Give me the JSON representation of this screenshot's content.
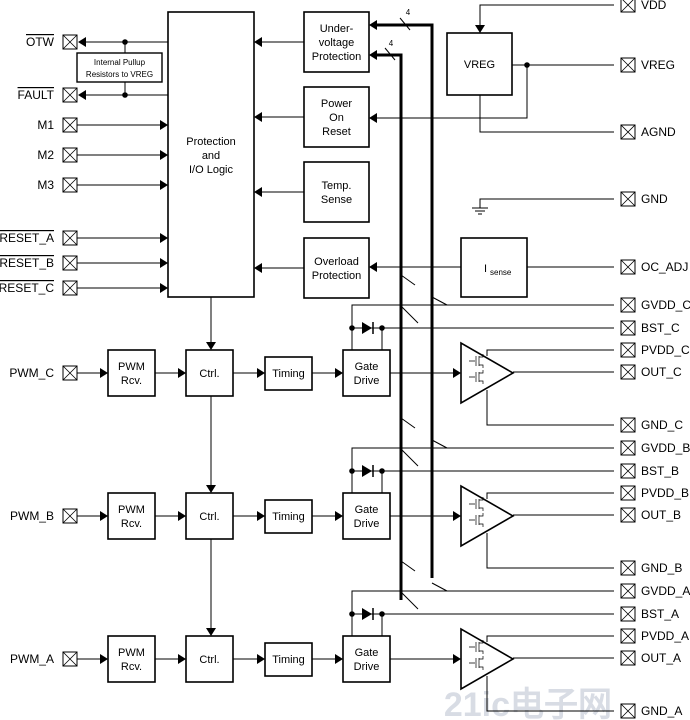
{
  "left_pins": [
    {
      "label": "OTW",
      "overline": true
    },
    {
      "label": "FAULT",
      "overline": true
    },
    {
      "label": "M1",
      "overline": false
    },
    {
      "label": "M2",
      "overline": false
    },
    {
      "label": "M3",
      "overline": false
    },
    {
      "label": "RESET_A",
      "overline": true
    },
    {
      "label": "RESET_B",
      "overline": true
    },
    {
      "label": "RESET_C",
      "overline": true
    }
  ],
  "pullup": [
    "Internal Pullup",
    "Resistors to VREG"
  ],
  "logic": [
    "Protection",
    "and",
    "I/O Logic"
  ],
  "blocks": {
    "uvp": [
      "Under-",
      "voltage",
      "Protection"
    ],
    "por": [
      "Power",
      "On",
      "Reset"
    ],
    "temp": [
      "Temp.",
      "Sense"
    ],
    "ovl": [
      "Overload",
      "Protection"
    ],
    "vreg": "VREG",
    "isense_main": "I",
    "isense_sub": "sense"
  },
  "bus_width": [
    "4",
    "4"
  ],
  "top_right_pins": [
    "VDD",
    "VREG",
    "AGND",
    "GND",
    "OC_ADJ"
  ],
  "channels": [
    {
      "pwm": "PWM_C",
      "pins": [
        "GVDD_C",
        "BST_C",
        "PVDD_C",
        "OUT_C",
        "GND_C"
      ]
    },
    {
      "pwm": "PWM_B",
      "pins": [
        "GVDD_B",
        "BST_B",
        "PVDD_B",
        "OUT_B",
        "GND_B"
      ]
    },
    {
      "pwm": "PWM_A",
      "pins": [
        "GVDD_A",
        "BST_A",
        "PVDD_A",
        "OUT_A",
        "GND_A"
      ]
    }
  ],
  "channel_blocks": {
    "pwm_rcv": [
      "PWM",
      "Rcv."
    ],
    "ctrl": "Ctrl.",
    "timing": "Timing",
    "gate": [
      "Gate",
      "Drive"
    ]
  },
  "watermark": "21ic电子网"
}
